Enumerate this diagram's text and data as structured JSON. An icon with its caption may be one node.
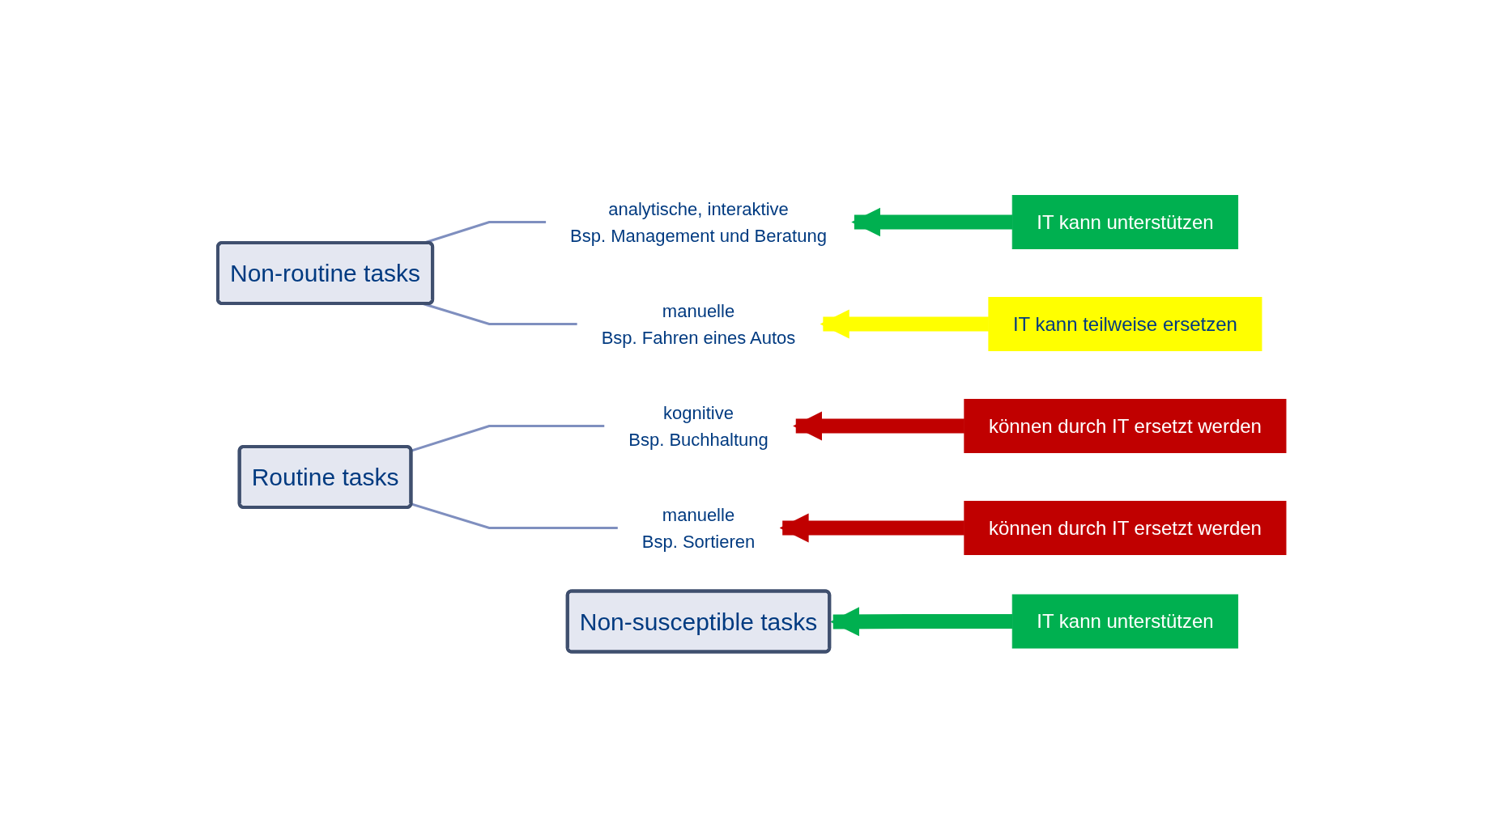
{
  "diagram": {
    "nodes": [
      {
        "text": [
          "Non-routine tasks"
        ]
      },
      {
        "text": [
          "analytische, interaktive",
          "Bsp. Management und Beratung"
        ]
      },
      {
        "text": [
          "manuelle",
          "Bsp. Fahren eines Autos"
        ]
      },
      {
        "text": [
          "Routine tasks"
        ]
      },
      {
        "text": [
          "kognitive",
          "Bsp. Buchhaltung"
        ]
      },
      {
        "text": [
          "manuelle",
          "Bsp. Sortieren"
        ]
      },
      {
        "text": [
          "Non-susceptible tasks"
        ]
      },
      {
        "text": [
          "IT kann unterstützen"
        ]
      },
      {
        "text": [
          "IT kann teilweise ersetzen"
        ]
      },
      {
        "text": [
          "können durch IT ersetzt werden"
        ]
      },
      {
        "text": [
          "können durch IT ersetzt werden"
        ]
      },
      {
        "text": [
          "IT kann unterstützen"
        ]
      }
    ],
    "edges": [
      {
        "from": 0,
        "to": 1,
        "arrow": "none"
      },
      {
        "from": 0,
        "to": 2,
        "arrow": "none"
      },
      {
        "from": 3,
        "to": 4,
        "arrow": "none"
      },
      {
        "from": 3,
        "to": 5,
        "arrow": "none"
      },
      {
        "from": 7,
        "to": 1,
        "arrow": "to",
        "color": "#00b050"
      },
      {
        "from": 8,
        "to": 2,
        "arrow": "to",
        "color": "#ffff00"
      },
      {
        "from": 9,
        "to": 4,
        "arrow": "to",
        "color": "#c00000"
      },
      {
        "from": 10,
        "to": 5,
        "arrow": "to",
        "color": "#c00000"
      },
      {
        "from": 11,
        "to": 6,
        "arrow": "to",
        "color": "#00b050"
      }
    ]
  }
}
